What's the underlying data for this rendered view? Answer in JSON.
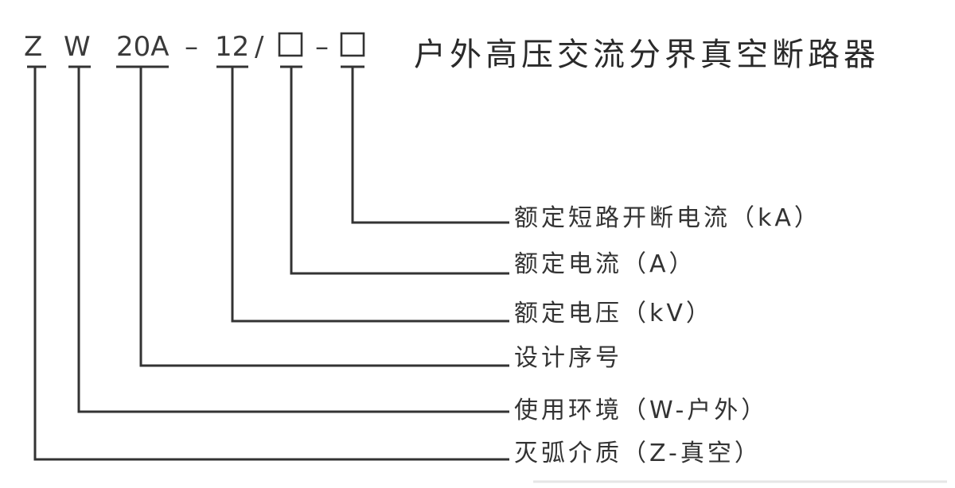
{
  "model_code": {
    "z": "Z",
    "w": "W",
    "series": "20A",
    "dash": "–",
    "voltage": "12",
    "slash": "/",
    "box": "□"
  },
  "title": "户外高压交流分界真空断路器",
  "legend": {
    "breaking_current": "额定短路开断电流（kA）",
    "rated_current": "额定电流（A）",
    "rated_voltage": "额定电压（kV）",
    "design_number": "设计序号",
    "environment": "使用环境（W-户外）",
    "arc_medium": "灭弧介质（Z-真空）"
  }
}
